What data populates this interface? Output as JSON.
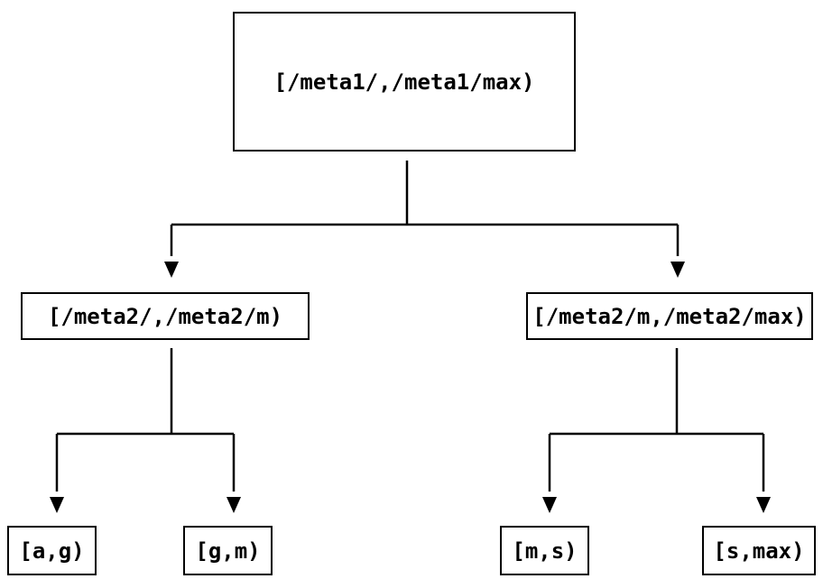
{
  "diagram": {
    "type": "tree",
    "background_color": "#ffffff",
    "line_color": "#000000",
    "node_border_color": "#000000",
    "node_fill_color": "#ffffff",
    "text_color": "#000000",
    "nodes": {
      "root": {
        "label": "[/meta1/,/meta1/max)"
      },
      "meta2_low": {
        "label": "[/meta2/,/meta2/m)"
      },
      "meta2_high": {
        "label": "[/meta2/m,/meta2/max)"
      },
      "leaf_ag": {
        "label": "[a,g)"
      },
      "leaf_gm": {
        "label": "[g,m)"
      },
      "leaf_ms": {
        "label": "[m,s)"
      },
      "leaf_smax": {
        "label": "[s,max)"
      }
    },
    "edges": [
      {
        "from": "root",
        "to": "meta2_low"
      },
      {
        "from": "root",
        "to": "meta2_high"
      },
      {
        "from": "meta2_low",
        "to": "leaf_ag"
      },
      {
        "from": "meta2_low",
        "to": "leaf_gm"
      },
      {
        "from": "meta2_high",
        "to": "leaf_ms"
      },
      {
        "from": "meta2_high",
        "to": "leaf_smax"
      }
    ]
  }
}
